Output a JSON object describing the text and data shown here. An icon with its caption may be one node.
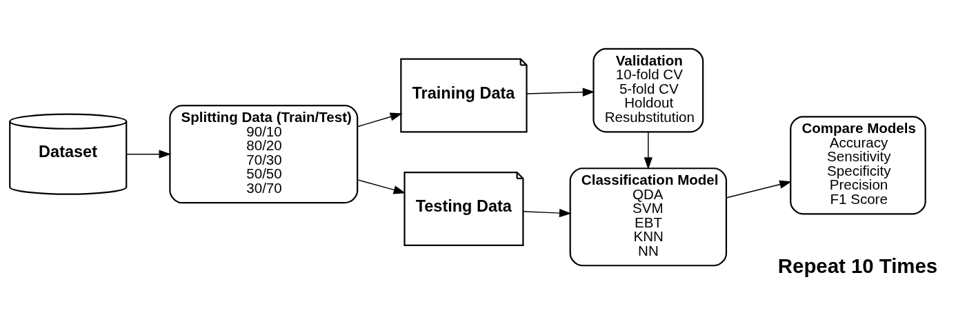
{
  "diagram": {
    "nodes": [
      {
        "text": [
          "Dataset"
        ]
      },
      {
        "text": [
          "Splitting Data (Train/Test)",
          "90/10",
          "80/20",
          "70/30",
          "50/50",
          "30/70"
        ]
      },
      {
        "text": [
          "Training Data"
        ]
      },
      {
        "text": [
          "Testing Data"
        ]
      },
      {
        "text": [
          "Validation",
          "10-fold CV",
          "5-fold CV",
          "Holdout",
          "Resubstitution"
        ]
      },
      {
        "text": [
          "Classification Model",
          "QDA",
          "SVM",
          "EBT",
          "KNN",
          "NN"
        ]
      },
      {
        "text": [
          "Compare Models",
          "Accuracy",
          "Sensitivity",
          "Specificity",
          "Precision",
          "F1 Score"
        ]
      }
    ],
    "edges": [
      {
        "from": 0,
        "to": 1,
        "arrow": "to"
      },
      {
        "from": 1,
        "to": 2,
        "arrow": "to"
      },
      {
        "from": 1,
        "to": 3,
        "arrow": "to"
      },
      {
        "from": 2,
        "to": 4,
        "arrow": "to"
      },
      {
        "from": 4,
        "to": 5,
        "arrow": "to"
      },
      {
        "from": 3,
        "to": 5,
        "arrow": "to"
      },
      {
        "from": 5,
        "to": 6,
        "arrow": "to"
      }
    ],
    "labels": [
      "Repeat 10 Times"
    ]
  }
}
